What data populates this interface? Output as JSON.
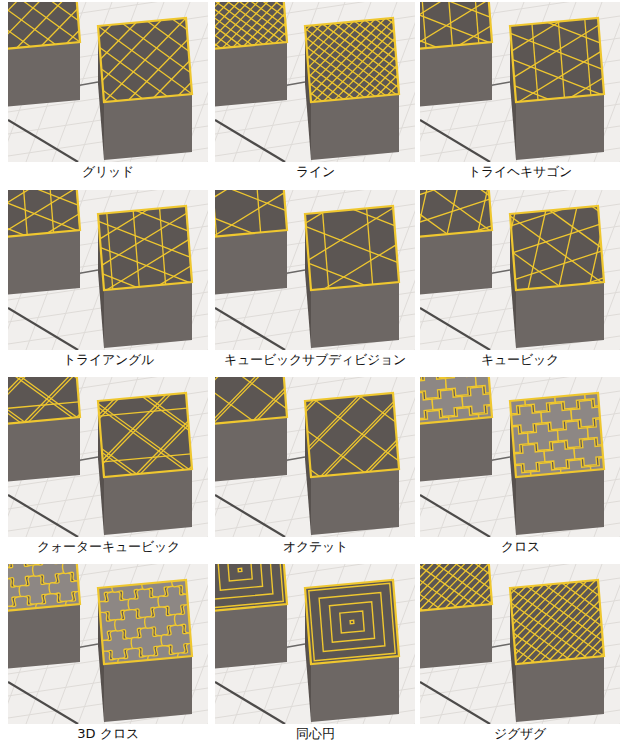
{
  "diagram": {
    "labels": [
      "グリッド",
      "ライン",
      "トライヘキサゴン",
      "トライアングル",
      "キュービックサブディビジョン",
      "キュービック",
      "クォーターキュービック",
      "オクテット",
      "クロス",
      "3D クロス",
      "同心円",
      "ジグザグ"
    ]
  }
}
